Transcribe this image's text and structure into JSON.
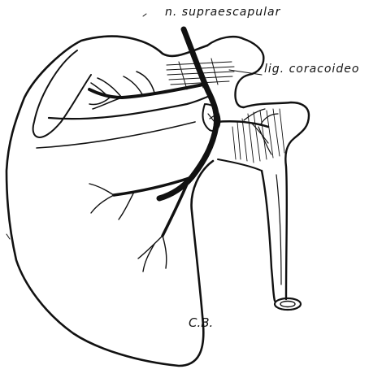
{
  "labels": {
    "nerve": "n. supraescapular",
    "ligament": "lig. coracoideo",
    "signature": "C.B."
  },
  "colors": {
    "ink": "#111111",
    "paper": "#ffffff"
  }
}
